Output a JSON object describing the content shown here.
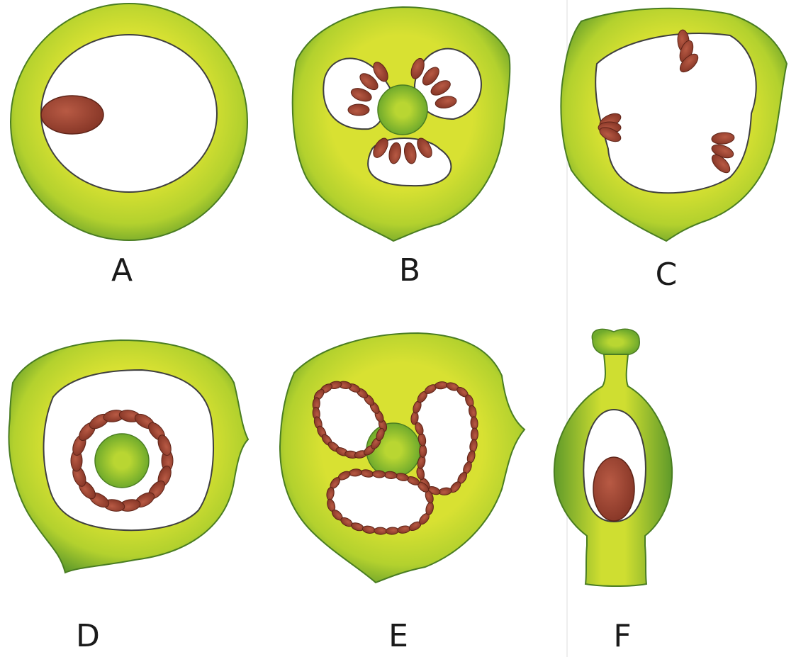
{
  "panels": [
    {
      "label": "A"
    },
    {
      "label": "B"
    },
    {
      "label": "C"
    },
    {
      "label": "D"
    },
    {
      "label": "E"
    },
    {
      "label": "F"
    }
  ],
  "colors": {
    "wall_light": "#d4df2e",
    "wall_mid": "#a5cc2d",
    "wall_dark": "#5b9428",
    "ovule": "#9c4636",
    "ovule_dark": "#5e2418",
    "cavity": "#ffffff",
    "background": "#ffffff",
    "divider": "#eeeeee"
  }
}
